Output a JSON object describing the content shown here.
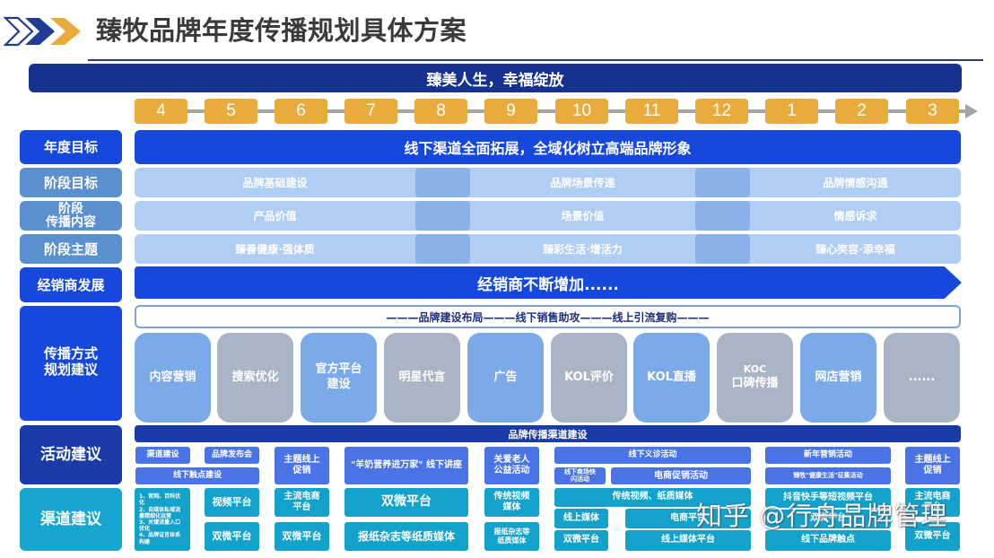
{
  "header": {
    "title": "臻牧品牌年度传播规划具体方案",
    "logo_icon": "triple-chevron-icon",
    "colors": {
      "chevron_outline": "#1f3c94",
      "chevron_navy": "#1f3c94",
      "chevron_gold": "#e9ab3b"
    }
  },
  "slogan": "臻美人生，幸福绽放",
  "timeline": {
    "months": [
      "4",
      "5",
      "6",
      "7",
      "8",
      "9",
      "10",
      "11",
      "12",
      "1",
      "2",
      "3"
    ],
    "color": "#e9ab3b"
  },
  "rows": {
    "annual_goal": {
      "label": "年度目标",
      "text": "线下渠道全面拓展，全域化树立高端品牌形象"
    },
    "phase_goal": {
      "label": "阶段目标",
      "cells": [
        "品牌基础建设",
        "品牌场景传递",
        "品牌情感沟通"
      ]
    },
    "phase_content": {
      "label_line1": "阶段",
      "label_line2": "传播内容",
      "cells": [
        "产品价值",
        "场景价值",
        "情感诉求"
      ]
    },
    "phase_theme": {
      "label": "阶段主题",
      "cells": [
        "臻善健康·强体质",
        "臻彩生活·增活力",
        "臻心笑容·添幸福"
      ]
    },
    "dealer": {
      "label": "经销商发展",
      "text": "经销商不断增加......"
    },
    "methods": {
      "label_line1": "传播方式",
      "label_line2": "规划建议",
      "layout_text": "———品牌建设布局———线下销售助攻———线上引流复购———",
      "items": [
        {
          "line1": "内容营销",
          "line2": "",
          "style": "blue"
        },
        {
          "line1": "搜索优化",
          "line2": "",
          "style": "gray"
        },
        {
          "line1": "官方平台",
          "line2": "建设",
          "style": "blue"
        },
        {
          "line1": "明星代言",
          "line2": "",
          "style": "gray"
        },
        {
          "line1": "广告",
          "line2": "",
          "style": "blue"
        },
        {
          "line1": "KOL评价",
          "line2": "",
          "style": "gray"
        },
        {
          "line1": "KOL直播",
          "line2": "",
          "style": "blue"
        },
        {
          "line1": "KOC",
          "line2": "口碑传播",
          "style": "gray"
        },
        {
          "line1": "网店营销",
          "line2": "",
          "style": "blue"
        },
        {
          "line1": "......",
          "line2": "",
          "style": "gray"
        }
      ]
    },
    "activities": {
      "label": "活动建议",
      "channel_header": "品牌传播渠道建设",
      "items": {
        "channel_build": "渠道建设",
        "launch_event": "品牌发布会",
        "offline_touchpoints": "线下触点建设",
        "theme_promo_1_line1": "主题线上",
        "theme_promo_1_line2": "促销",
        "lecture": "\"羊奶营养进万家\" 线下讲座",
        "elderly_line1": "关爱老人",
        "elderly_line2": "公益活动",
        "free_clinic": "线下义诊活动",
        "mall_popup_line1": "线下商场快",
        "mall_popup_line2": "闪活动",
        "ecommerce_promo": "电商促销活动",
        "new_year": "新年营销活动",
        "health_life": "臻牧\"健康生活\"征集活动",
        "theme_promo_2_line1": "主题线上",
        "theme_promo_2_line2": "促销"
      }
    },
    "channels": {
      "label": "渠道建议",
      "list_items": [
        "1、官网、百科优化",
        "2、自媒体私域流量精细化运营",
        "3、关键流量入口优化",
        "4、品牌证言体系构建"
      ],
      "items": {
        "video_platform": "视频平台",
        "wechat_weibo_1": "双微平台",
        "ecommerce_line1": "主流电商",
        "ecommerce_line2": "平台",
        "wechat_weibo_2": "双微平台",
        "wechat_weibo_big": "双微平台",
        "print_media": "报纸杂志等纸质媒体",
        "trad_video_line1": "传统视频",
        "trad_video_line2": "媒体",
        "print_small_line1": "报纸杂志等",
        "print_small_line2": "纸质媒体",
        "trad_video_print": "传统视频、纸质媒体",
        "online_media": "线上媒体",
        "ecommerce_platform": "电商平台",
        "wechat_weibo_3": "双微平台",
        "online_media_platform": "线上媒体平台",
        "short_video": "抖音快手等短视频平台",
        "wechat_weibo_4": "双微平台",
        "offline_touchpoint": "线下品牌触点",
        "ecommerce_r_line1": "主流电商",
        "ecommerce_r_line2": "平台",
        "wechat_weibo_5": "双微平台"
      }
    }
  },
  "watermark": "知乎 @行舟品牌管理",
  "colors": {
    "primary_blue": "#1548db",
    "light_blue": "#b0cdf3",
    "navy": "#1a3ca8",
    "cyan": "#12a2cc",
    "activity_blue": "#4a73e6",
    "gold": "#e9ab3b",
    "method_blue": "#7caae8",
    "method_gray": "#a9b4c4"
  }
}
